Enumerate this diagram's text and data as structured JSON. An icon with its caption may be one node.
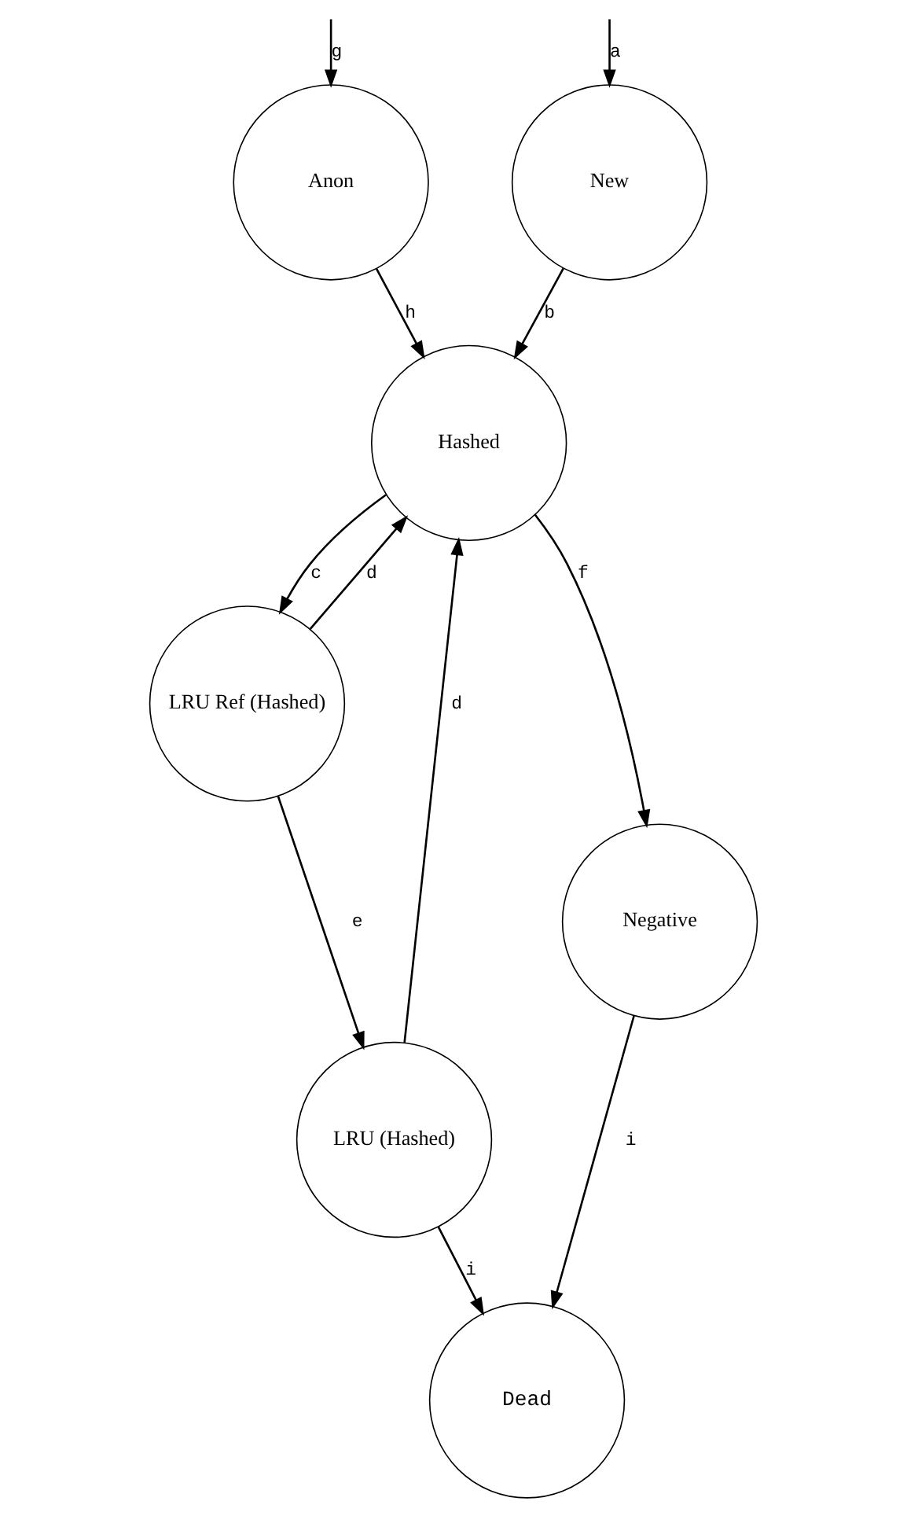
{
  "diagram": {
    "nodes": [
      {
        "text": [
          "New"
        ]
      },
      {
        "text": [
          "Anon"
        ]
      },
      {
        "text": [
          "Hashed"
        ]
      },
      {
        "text": [
          "LRU Ref (Hashed)"
        ]
      },
      {
        "text": [
          "Negative"
        ]
      },
      {
        "text": [
          "LRU (Hashed)"
        ]
      },
      {
        "text": [
          "Dead"
        ]
      }
    ],
    "edges": [
      {
        "from": null,
        "to": 0,
        "arrow": "to",
        "label": "a"
      },
      {
        "from": null,
        "to": 1,
        "arrow": "to",
        "label": "g"
      },
      {
        "from": 0,
        "to": 2,
        "arrow": "to",
        "label": "b"
      },
      {
        "from": 1,
        "to": 2,
        "arrow": "to",
        "label": "h"
      },
      {
        "from": 2,
        "to": 3,
        "arrow": "to",
        "label": "c"
      },
      {
        "from": 2,
        "to": 4,
        "arrow": "to",
        "label": "f"
      },
      {
        "from": 3,
        "to": 2,
        "arrow": "to",
        "label": "d"
      },
      {
        "from": 3,
        "to": 5,
        "arrow": "to",
        "label": "e"
      },
      {
        "from": 5,
        "to": 2,
        "arrow": "to",
        "label": "d"
      },
      {
        "from": 4,
        "to": 6,
        "arrow": "to",
        "label": "i"
      },
      {
        "from": 5,
        "to": 6,
        "arrow": "to",
        "label": "i"
      }
    ]
  }
}
